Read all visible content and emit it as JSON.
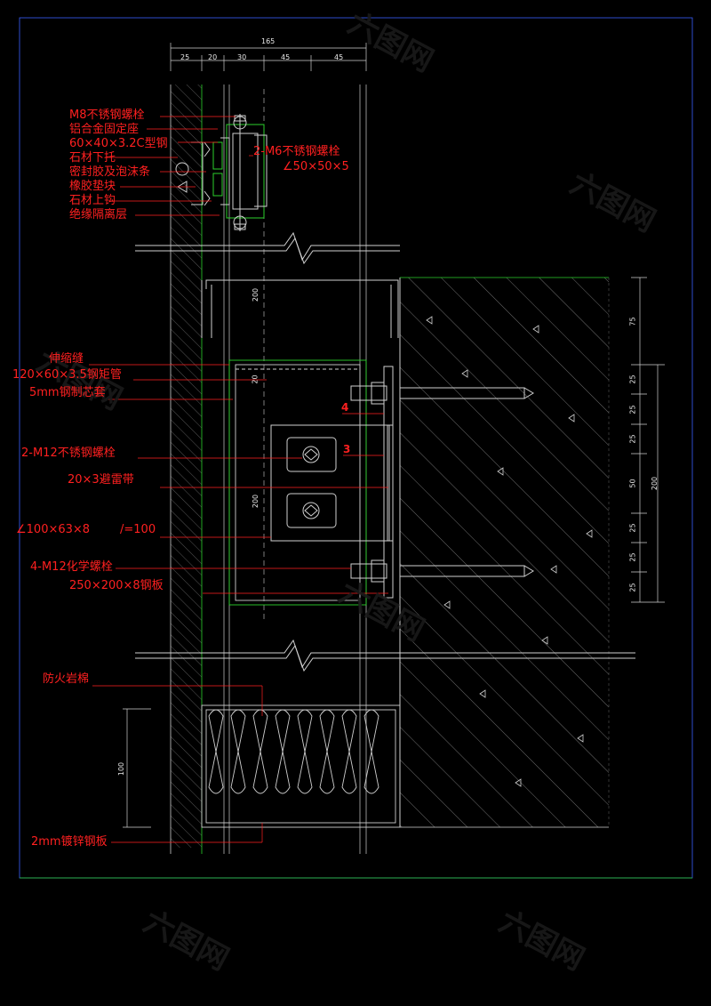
{
  "watermark": "六图网",
  "top_dims": {
    "total": "165",
    "segments": [
      "25",
      "20",
      "30",
      "45",
      "45"
    ]
  },
  "labels_top": [
    "M8不锈钢螺栓",
    "铝合金固定座",
    "60×40×3.2C型钢",
    "石材下托",
    "密封胶及泡沫条",
    "橡胶垫块",
    "石材上钩",
    "绝缘隔离层"
  ],
  "labels_top_right": [
    "2-M6不锈钢螺栓",
    "∠50×50×5"
  ],
  "labels_mid": [
    "伸缩缝",
    "120×60×3.5钢矩管",
    "5mm钢制芯套",
    "2-M12不锈钢螺栓",
    "20×3避雷带",
    "∠100×63×8",
    "/=100",
    "4-M12化学螺栓",
    "250×200×8钢板"
  ],
  "labels_bottom": [
    "防火岩棉",
    "2mm镀锌钢板"
  ],
  "callout_numbers": [
    "4",
    "3"
  ],
  "tube_dims": [
    "200",
    "20",
    "200"
  ],
  "right_dims": {
    "top": "75",
    "segments": [
      "25",
      "25",
      "25",
      "50",
      "25",
      "25",
      "25"
    ],
    "total": "200"
  },
  "left_dim": "100"
}
